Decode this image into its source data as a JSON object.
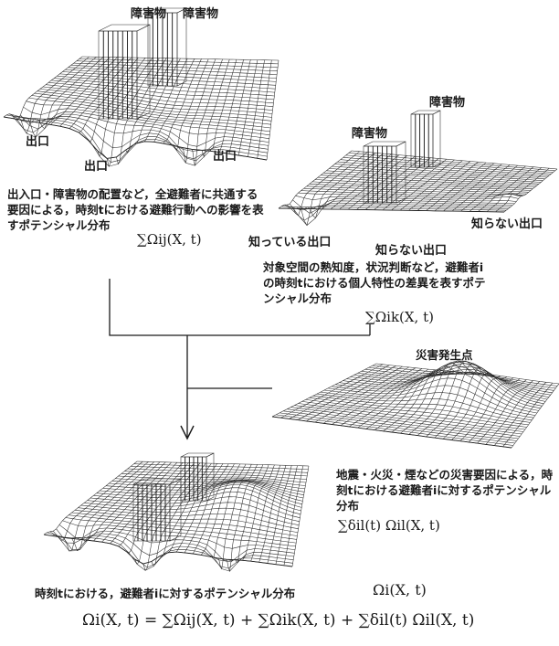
{
  "surfaces": {
    "common": {
      "obstacle_labels": [
        "障害物",
        "障害物"
      ],
      "exit_labels": [
        "出口",
        "出口",
        "出口"
      ],
      "description": "出入口・障害物の配置など，全避難者に共通する要因による，時刻tにおける避難行動への影響を表すポテンシャル分布",
      "formula": "∑Ωij(X, t)"
    },
    "individual": {
      "obstacle_labels": [
        "障害物",
        "障害物"
      ],
      "exit_labels": [
        "知っている出口",
        "知らない出口",
        "知らない出口"
      ],
      "description": "対象空間の熟知度，状況判断など，避難者iの時刻tにおける個人特性の差異を表すポテンシャル分布",
      "formula": "∑Ωik(X, t)"
    },
    "disaster": {
      "point_label": "災害発生点",
      "description": "地震・火災・煙などの災害要因による，時刻tにおける避難者iに対するポテンシャル分布",
      "formula": "∑δil(t) Ωil(X, t)"
    },
    "combined": {
      "caption": "時刻tにおける，避難者iに対するポテンシャル分布",
      "caption_formula": "Ωi(X, t)",
      "total_formula": "Ωi(X, t) = ∑Ωij(X, t) + ∑Ωik(X, t) + ∑δil(t) Ωil(X, t)"
    }
  }
}
